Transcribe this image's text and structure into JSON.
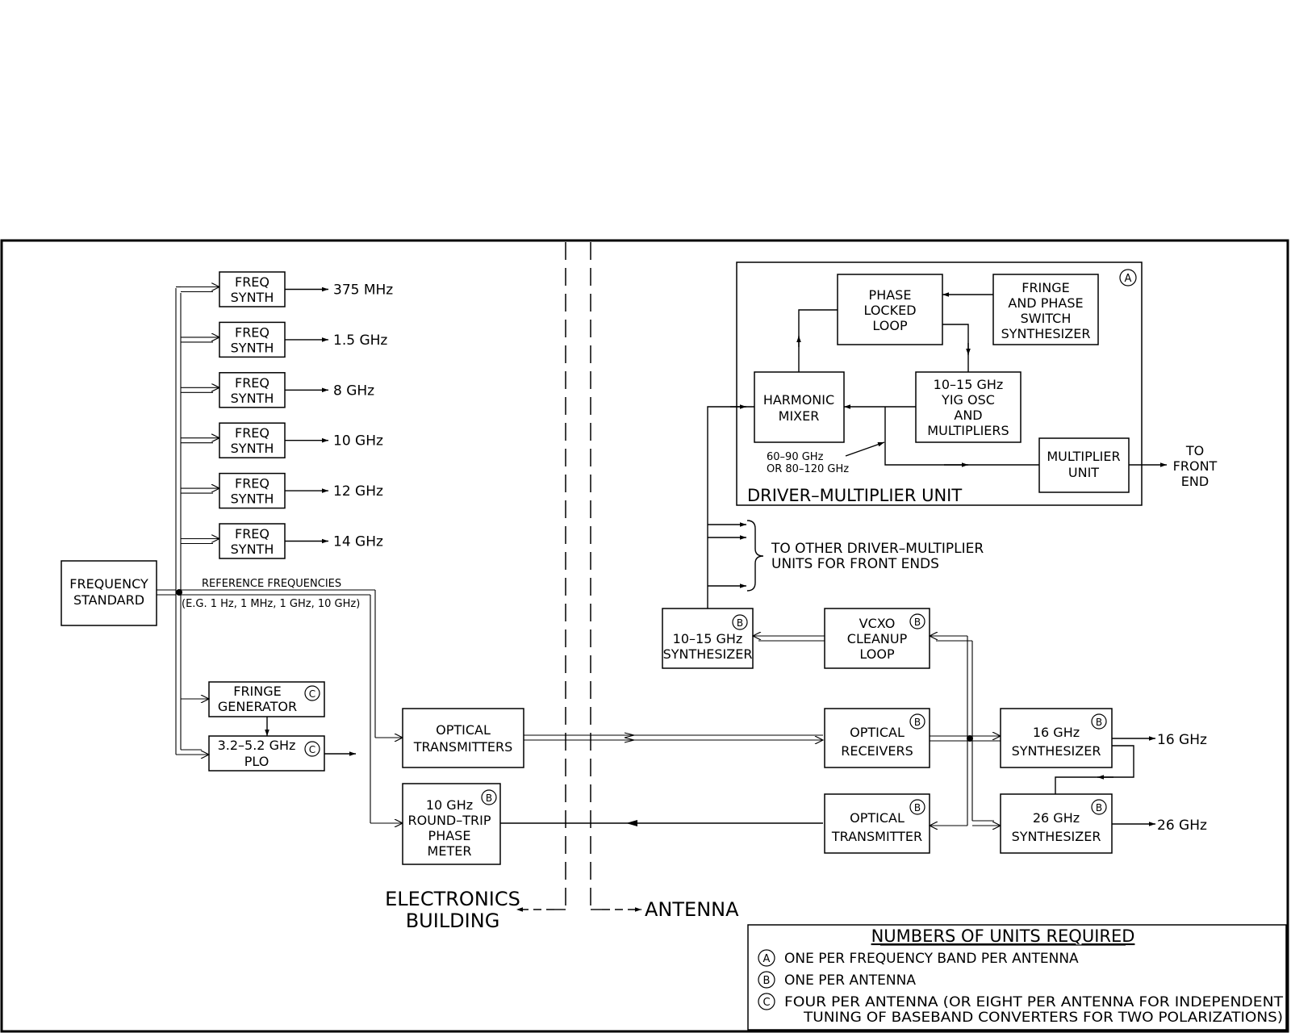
{
  "blocks": {
    "frequency_standard": [
      "FREQUENCY",
      "STANDARD"
    ],
    "freq_synth": [
      "FREQ",
      "SYNTH"
    ],
    "fringe_generator": [
      "FRINGE",
      "GENERATOR"
    ],
    "plo": [
      "3.2–5.2 GHz",
      "PLO"
    ],
    "optical_transmitters": [
      "OPTICAL",
      "TRANSMITTERS"
    ],
    "round_trip": [
      "10 GHz",
      "ROUND–TRIP",
      "PHASE",
      "METER"
    ],
    "synth_10_15": [
      "10–15 GHz",
      "SYNTHESIZER"
    ],
    "vcxo": [
      "VCXO",
      "CLEANUP",
      "LOOP"
    ],
    "optical_receivers": [
      "OPTICAL",
      "RECEIVERS"
    ],
    "optical_transmitter": [
      "OPTICAL",
      "TRANSMITTER"
    ],
    "synth_16": [
      "16 GHz",
      "SYNTHESIZER"
    ],
    "synth_26": [
      "26 GHz",
      "SYNTHESIZER"
    ],
    "pll": [
      "PHASE",
      "LOCKED",
      "LOOP"
    ],
    "fringe_phase": [
      "FRINGE",
      "AND PHASE",
      "SWITCH",
      "SYNTHESIZER"
    ],
    "harmonic_mixer": [
      "HARMONIC",
      "MIXER"
    ],
    "yig": [
      "10–15 GHz",
      "YIG OSC",
      "AND",
      "MULTIPLIERS"
    ],
    "multiplier_unit": [
      "MULTIPLIER",
      "UNIT"
    ]
  },
  "synth_outputs": [
    "375 MHz",
    "1.5 GHz",
    "8 GHz",
    "10 GHz",
    "12 GHz",
    "14 GHz"
  ],
  "labels": {
    "ref_freq": "REFERENCE FREQUENCIES",
    "ref_eg": "(E.G. 1 Hz, 1 MHz, 1 GHz, 10 GHz)",
    "dmu": "DRIVER–MULTIPLIER UNIT",
    "mixer_range": [
      "60–90 GHz",
      "OR 80–120 GHz"
    ],
    "to_front_end": [
      "TO",
      "FRONT",
      "END"
    ],
    "to_other": [
      "TO OTHER DRIVER–MULTIPLIER",
      "UNITS FOR FRONT ENDS"
    ],
    "out_16": "16 GHz",
    "out_26": "26 GHz",
    "electronics": [
      "ELECTRONICS",
      "BUILDING"
    ],
    "antenna": "ANTENNA"
  },
  "markers": {
    "a": "A",
    "b": "B",
    "c": "C"
  },
  "legend": {
    "title": "NUMBERS OF UNITS REQUIRED",
    "a": "ONE PER FREQUENCY BAND PER ANTENNA",
    "b": "ONE PER ANTENNA",
    "c": [
      "FOUR PER ANTENNA (OR EIGHT PER ANTENNA FOR INDEPENDENT",
      "TUNING OF BASEBAND CONVERTERS FOR TWO POLARIZATIONS)"
    ]
  }
}
